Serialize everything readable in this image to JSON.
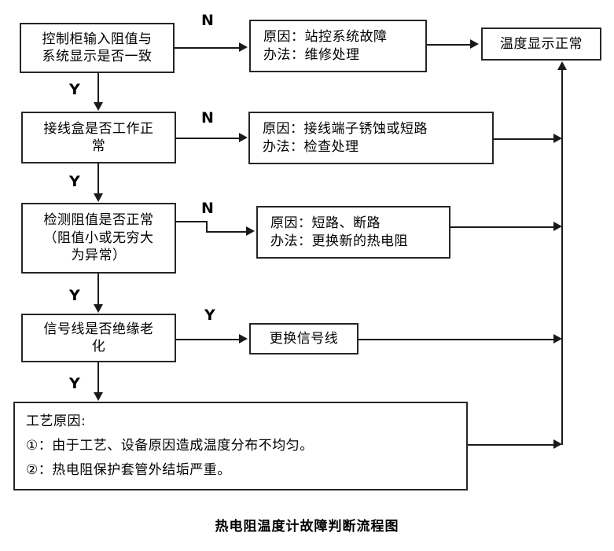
{
  "diagram": {
    "caption": "热电阻温度计故障判断流程图",
    "nodes": {
      "decision1": {
        "line1": "控制柜输入阻值与",
        "line2": "系统显示是否一致"
      },
      "cause1": {
        "line1": "原因：站控系统故障",
        "line2": "办法：维修处理"
      },
      "decision2": {
        "line1": "接线盒是否工作正",
        "line2": "常"
      },
      "cause2": {
        "line1": "原因：接线端子锈蚀或短路",
        "line2": "办法：检查处理"
      },
      "decision3": {
        "line1": "检测阻值是否正常",
        "line2": "（阻值小或无穷大",
        "line3": "为异常）"
      },
      "cause3": {
        "line1": "原因：短路、断路",
        "line2": "办法：更换新的热电阻"
      },
      "decision4": {
        "line1": "信号线是否绝缘老",
        "line2": "化"
      },
      "action4": {
        "line1": "更换信号线"
      },
      "process": {
        "line1": "工艺原因:",
        "line2": "①：由于工艺、设备原因造成温度分布不均匀。",
        "line3": "②：热电阻保护套管外结垢严重。"
      },
      "result": {
        "line1": "温度显示正常"
      }
    },
    "branches": {
      "n1": "N",
      "y1": "Y",
      "n2": "N",
      "y2": "Y",
      "n3": "N",
      "y3": "Y",
      "y4": "Y",
      "y5": "Y"
    }
  }
}
